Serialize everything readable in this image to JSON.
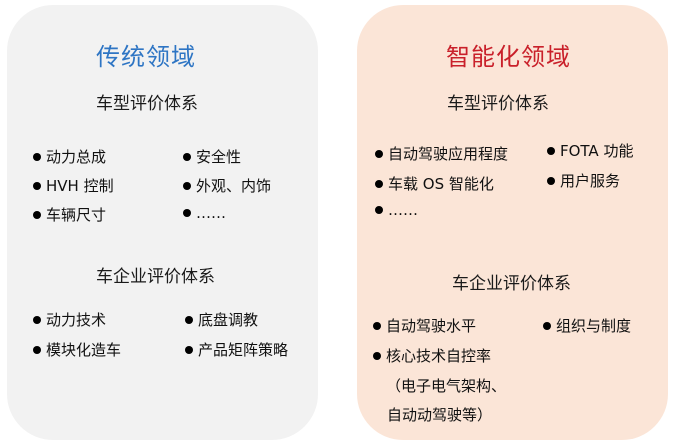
{
  "colors": {
    "left_title": "#2e75c4",
    "right_title": "#c9202a",
    "left_bg": "#f2f2f2",
    "right_bg": "#fbe5d7"
  },
  "left": {
    "title": "传统领域",
    "vehicle": {
      "heading": "车型评价体系",
      "items": [
        "动力总成",
        "安全性",
        "HVH 控制",
        "外观、内饰",
        "车辆尺寸",
        "……"
      ]
    },
    "enterprise": {
      "heading": "车企业评价体系",
      "items": [
        "动力技术",
        "底盘调教",
        "模块化造车",
        "产品矩阵策略"
      ]
    }
  },
  "right": {
    "title": "智能化领域",
    "vehicle": {
      "heading": "车型评价体系",
      "items": [
        "自动驾驶应用程度",
        "FOTA 功能",
        "车载 OS 智能化",
        "用户服务",
        "……"
      ]
    },
    "enterprise": {
      "heading": "车企业评价体系",
      "items": [
        "自动驾驶水平",
        "组织与制度",
        "核心技术自控率"
      ],
      "note_lines": [
        "（电子电气架构、",
        "自动动驾驶等）"
      ]
    }
  }
}
